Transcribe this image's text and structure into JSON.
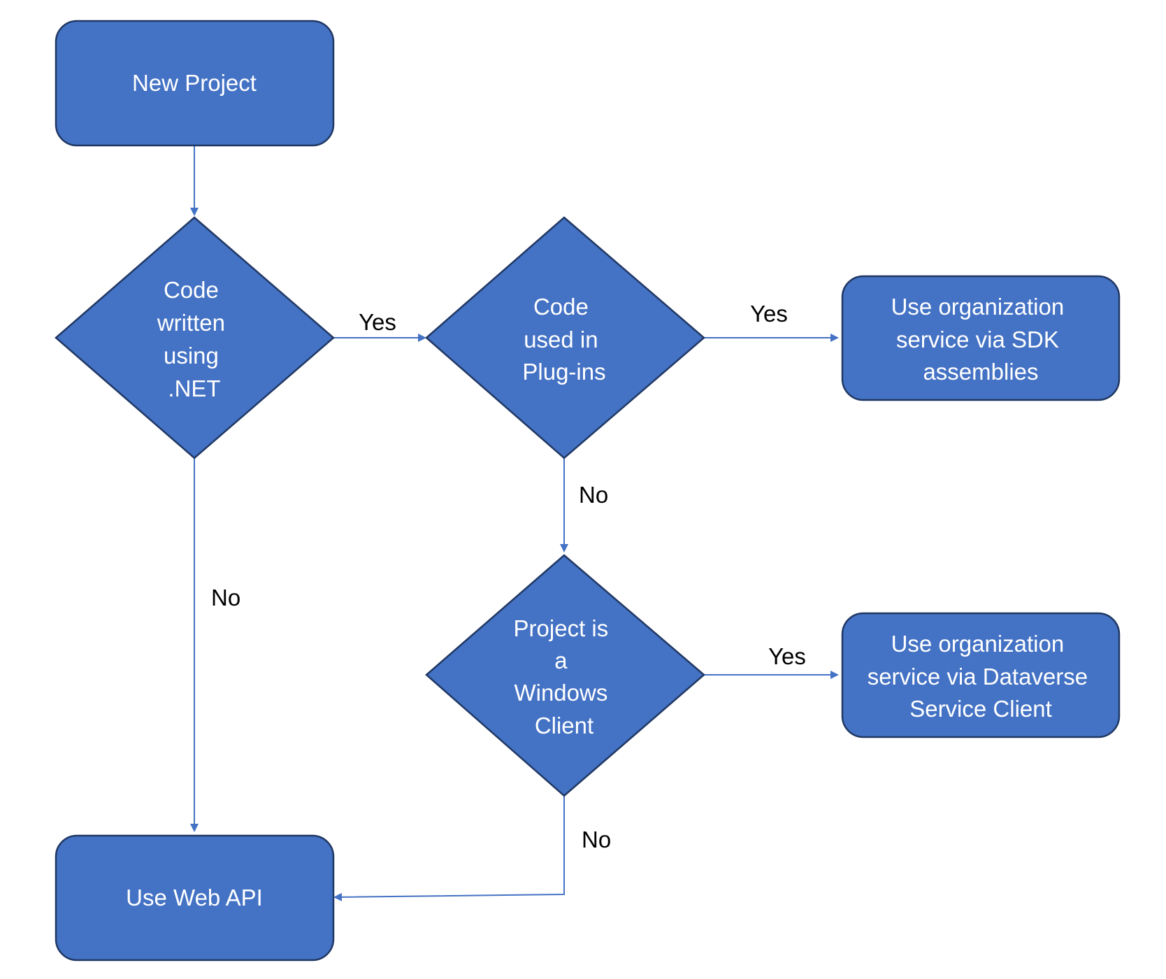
{
  "colors": {
    "node_fill": "#4472C4",
    "node_border": "#203864",
    "edge": "#4472C4",
    "node_text": "#ffffff",
    "label_text": "#000000"
  },
  "nodes": {
    "new_project": {
      "shape": "rounded-rectangle",
      "lines": [
        "New Project"
      ]
    },
    "code_dotnet": {
      "shape": "diamond",
      "lines": [
        "Code",
        "written",
        "using",
        ".NET"
      ]
    },
    "code_plugins": {
      "shape": "diamond",
      "lines": [
        "Code",
        "used in",
        "Plug-ins"
      ]
    },
    "sdk_assemblies": {
      "shape": "rounded-rectangle",
      "lines": [
        "Use organization",
        "service via SDK",
        "assemblies"
      ]
    },
    "windows_client": {
      "shape": "diamond",
      "lines": [
        "Project is",
        "a",
        "Windows",
        "Client"
      ]
    },
    "dataverse_client": {
      "shape": "rounded-rectangle",
      "lines": [
        "Use organization",
        "service via Dataverse",
        "Service Client"
      ]
    },
    "web_api": {
      "shape": "rounded-rectangle",
      "lines": [
        "Use Web API"
      ]
    }
  },
  "edges": {
    "start_to_dotnet": {
      "from": "new_project",
      "to": "code_dotnet",
      "label": ""
    },
    "dotnet_yes": {
      "from": "code_dotnet",
      "to": "code_plugins",
      "label": "Yes"
    },
    "dotnet_no": {
      "from": "code_dotnet",
      "to": "web_api",
      "label": "No"
    },
    "plugins_yes": {
      "from": "code_plugins",
      "to": "sdk_assemblies",
      "label": "Yes"
    },
    "plugins_no": {
      "from": "code_plugins",
      "to": "windows_client",
      "label": "No"
    },
    "windows_yes": {
      "from": "windows_client",
      "to": "dataverse_client",
      "label": "Yes"
    },
    "windows_no": {
      "from": "windows_client",
      "to": "web_api",
      "label": "No"
    }
  }
}
